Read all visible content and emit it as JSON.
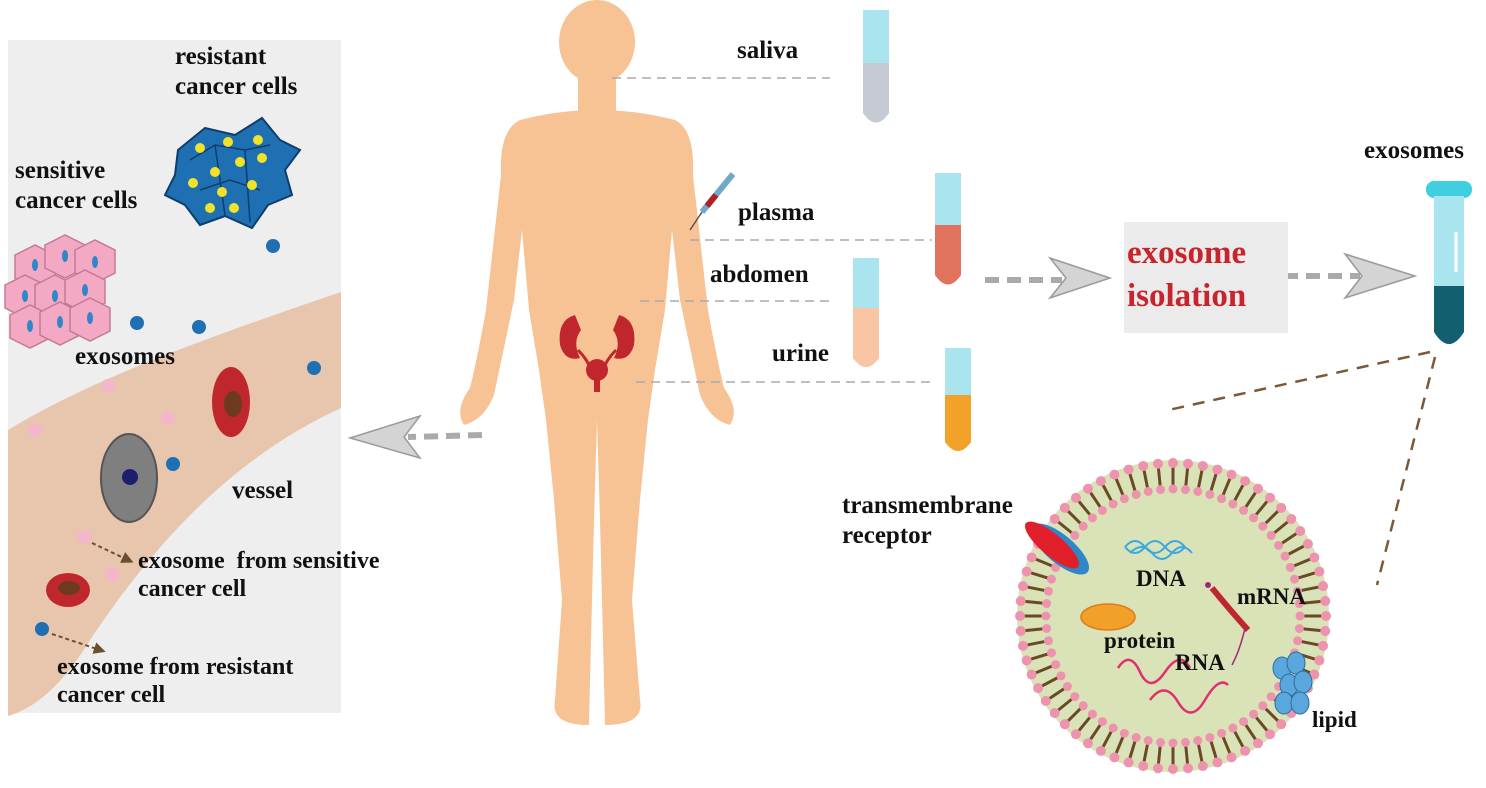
{
  "left_panel": {
    "resistant_cells_label": [
      "resistant",
      "cancer cells"
    ],
    "sensitive_cells_label": [
      "sensitive",
      "cancer cells"
    ],
    "exosomes_label": "exosomes",
    "vessel_label": "vessel",
    "from_sensitive_label": [
      "exosome  from sensitive",
      "cancer cell"
    ],
    "from_resistant_label": [
      "exosome from resistant",
      "cancer cell"
    ]
  },
  "body_fluids": {
    "saliva": "saliva",
    "plasma": "plasma",
    "abdomen": "abdomen",
    "urine": "urine"
  },
  "isolation": {
    "label": [
      "exosome",
      "isolation"
    ],
    "result_label": "exosomes"
  },
  "exosome_structure": {
    "transmembrane_label": [
      "transmembrane",
      "receptor"
    ],
    "dna_label": "DNA",
    "mrna_label": "mRNA",
    "protein_label": "protein",
    "rna_label": "RNA",
    "lipid_label": "lipid"
  },
  "colors": {
    "skin": "#f7c394",
    "panel_bg": "#eeeeee",
    "vessel": "#e8c6ae",
    "kidney_red": "#c0272d",
    "tube_cap": "#a9e4ef",
    "saliva_fill": "#c6cbd3",
    "plasma_fill": "#e0725e",
    "abdomen_fill": "#f8c6a4",
    "urine_fill": "#f2a229",
    "exosome_tube_fill": "#125f6f",
    "isolation_text": "#c8242b",
    "isolation_box": "#ebebeb",
    "exosome_body": "#d9e3b7",
    "phospholipid_head": "#ee93ad",
    "phospholipid_tail": "#6a4a26"
  }
}
